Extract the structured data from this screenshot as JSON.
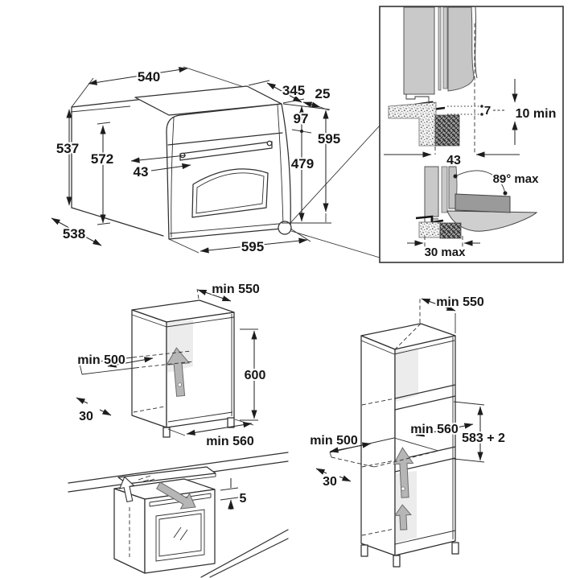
{
  "figure": {
    "oven_view": {
      "top_width": "540",
      "top_depth": "345",
      "front_offset": "25",
      "panel_height": "97",
      "total_height": "595",
      "door_height": "479",
      "niche_height": "537",
      "body_height": "572",
      "handle_depth": "43",
      "body_depth": "538",
      "front_width": "595"
    },
    "detail_inset": {
      "front_gap": "7",
      "bottom_clearance": "10 min",
      "recess_depth": "43",
      "door_open_angle": "89° max",
      "plinth_overhang": "30 max"
    },
    "base_cabinet": {
      "top_depth": "min 550",
      "rear_clearance": "min 500",
      "niche_height": "600",
      "plinth_recess": "30",
      "niche_width": "min 560"
    },
    "under_worktop": {
      "top_gap": "5"
    },
    "tall_cabinet": {
      "top_depth": "min 550",
      "niche_width": "min 560",
      "niche_height": "583 + 2",
      "rear_clearance": "min 500",
      "plinth_recess": "30"
    }
  }
}
